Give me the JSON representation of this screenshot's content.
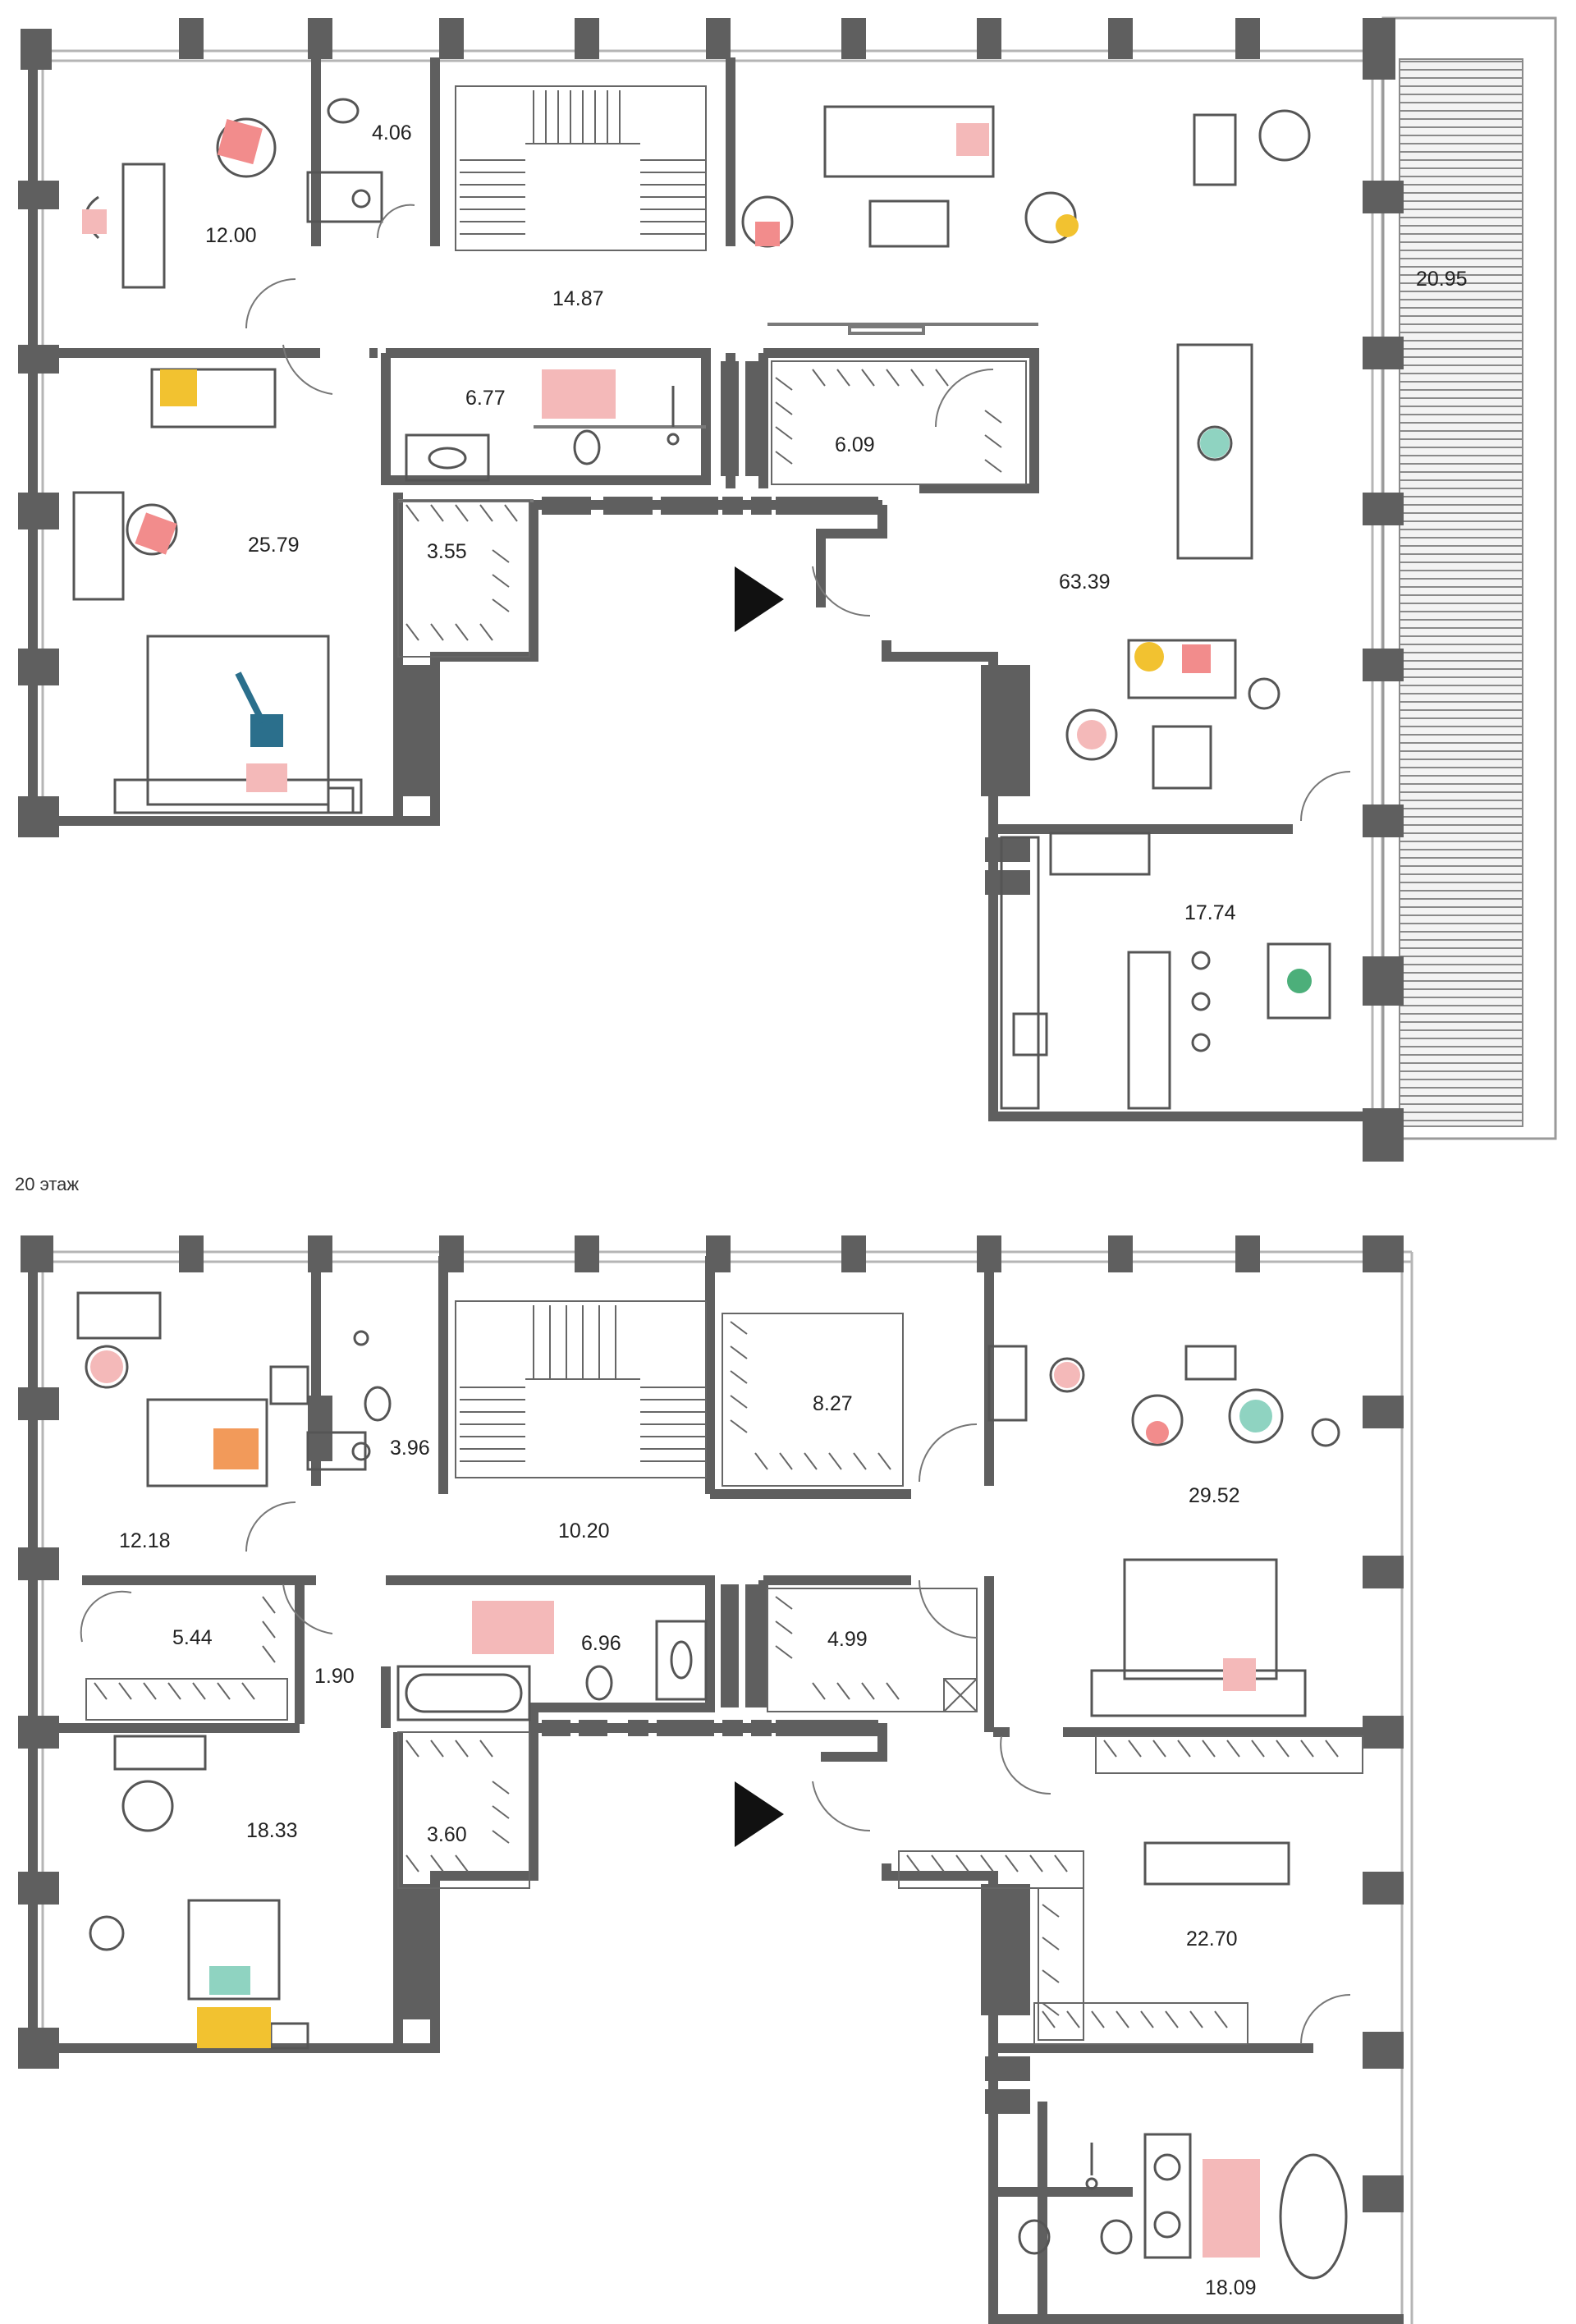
{
  "colors": {
    "wall": "#5f5f5f",
    "thin_line": "#8a8a8a",
    "window": "#bdbdbd",
    "furniture": "#555555",
    "accent_pink": "#f28c8c",
    "accent_rose": "#f4b9b9",
    "accent_yellow": "#f2c230",
    "accent_teal": "#8fd3c1",
    "accent_blue": "#2b6f8c",
    "accent_orange": "#f29a5a",
    "accent_green": "#4caf7a",
    "terrace_fill": "#eeeeee"
  },
  "arrow_icon": "entrance-arrow-icon",
  "floor_top": {
    "rooms": [
      {
        "id": "t-bedroom-nw",
        "area": "12.00"
      },
      {
        "id": "t-wc",
        "area": "4.06"
      },
      {
        "id": "t-hall",
        "area": "14.87"
      },
      {
        "id": "t-terrace",
        "area": "20.95"
      },
      {
        "id": "t-bath",
        "area": "6.77"
      },
      {
        "id": "t-wardrobe",
        "area": "6.09"
      },
      {
        "id": "t-bedroom-w",
        "area": "25.79"
      },
      {
        "id": "t-closet",
        "area": "3.55"
      },
      {
        "id": "t-living",
        "area": "63.39"
      },
      {
        "id": "t-kitchen",
        "area": "17.74"
      }
    ]
  },
  "floor_bottom": {
    "title": "20 этаж",
    "rooms": [
      {
        "id": "b-wc",
        "area": "3.96"
      },
      {
        "id": "b-wardrobe-n",
        "area": "8.27"
      },
      {
        "id": "b-living",
        "area": "29.52"
      },
      {
        "id": "b-bedroom-nw",
        "area": "12.18"
      },
      {
        "id": "b-hall",
        "area": "10.20"
      },
      {
        "id": "b-closet-w",
        "area": "5.44"
      },
      {
        "id": "b-bath",
        "area": "6.96"
      },
      {
        "id": "b-wardrobe-c",
        "area": "4.99"
      },
      {
        "id": "b-corridor",
        "area": "1.90"
      },
      {
        "id": "b-bedroom-sw",
        "area": "18.33"
      },
      {
        "id": "b-closet-s",
        "area": "3.60"
      },
      {
        "id": "b-dressing",
        "area": "22.70"
      },
      {
        "id": "b-master-bath",
        "area": "18.09"
      }
    ]
  }
}
